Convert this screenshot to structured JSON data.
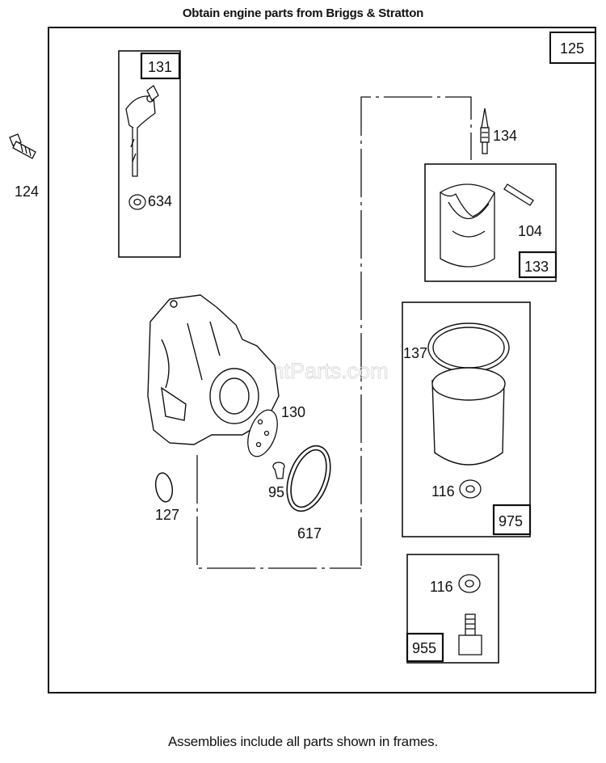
{
  "header": {
    "title": "Obtain engine parts from Briggs & Stratton"
  },
  "footer": {
    "note": "Assemblies include all parts shown in frames."
  },
  "watermark": "eReplacementParts.com",
  "assembly_frame": {
    "label": "125"
  },
  "frames": {
    "f131": {
      "label": "131"
    },
    "f133": {
      "label": "133"
    },
    "f975": {
      "label": "975"
    },
    "f955": {
      "label": "955"
    }
  },
  "parts": {
    "p124": "124",
    "p634": "634",
    "p134": "134",
    "p104": "104",
    "p137": "137",
    "p116a": "116",
    "p130": "130",
    "p95": "95",
    "p127": "127",
    "p617": "617",
    "p116b": "116"
  },
  "icons": [
    "bolt-icon",
    "choke-shaft-icon",
    "seal-ring-icon",
    "needle-icon",
    "float-icon",
    "float-pin-icon",
    "carburetor-body-icon",
    "gasket-icon",
    "bowl-icon",
    "washer-icon",
    "screw-icon",
    "o-ring-icon",
    "bowl-nut-icon"
  ]
}
